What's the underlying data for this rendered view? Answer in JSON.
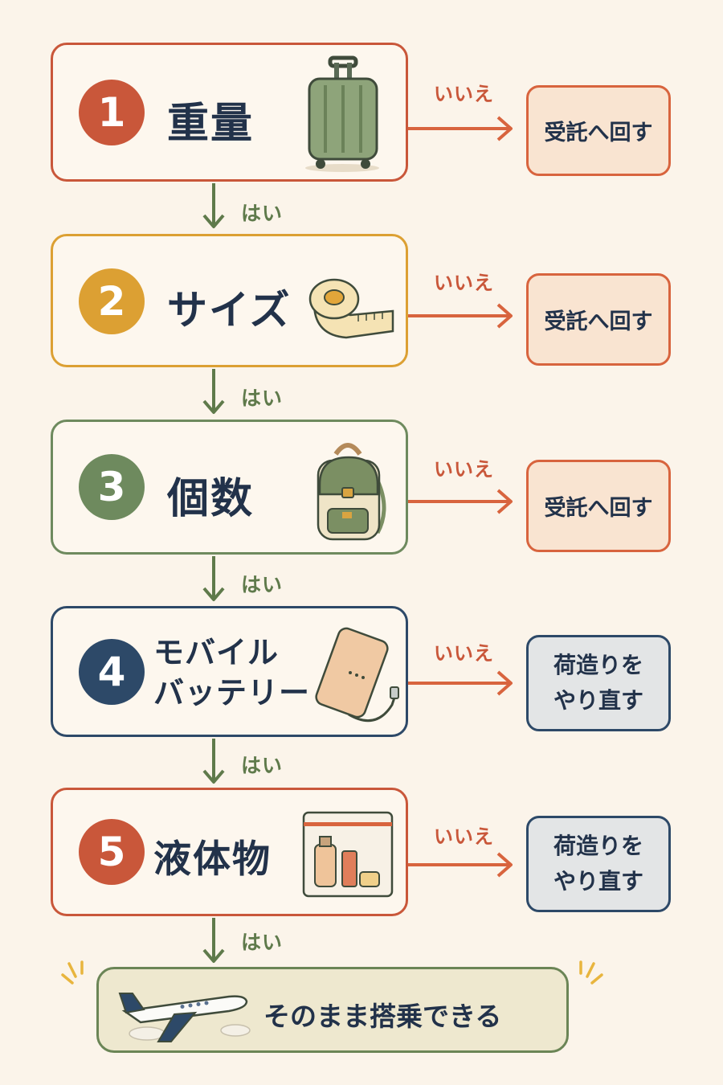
{
  "colors": {
    "background": "#fbf4ea",
    "step1": "#c9573a",
    "step2": "#dca033",
    "step3": "#6e8a5e",
    "step4": "#2d4968",
    "step5": "#c9573a",
    "yes_arrow": "#5f7a4b",
    "no_arrow": "#d8643e",
    "result_checkin_fill": "#f9e4d1",
    "result_repack_fill": "#e3e5e6",
    "final_border": "#6b8556",
    "final_fill": "#eee8cf"
  },
  "steps": [
    {
      "number": "1",
      "label": "重量",
      "icon": "suitcase-icon",
      "no": "いいえ",
      "result": "受託へ回す",
      "yes": "はい"
    },
    {
      "number": "2",
      "label": "サイズ",
      "icon": "tape-measure-icon",
      "no": "いいえ",
      "result": "受託へ回す",
      "yes": "はい"
    },
    {
      "number": "3",
      "label": "個数",
      "icon": "backpack-icon",
      "no": "いいえ",
      "result": "受託へ回す",
      "yes": "はい"
    },
    {
      "number": "4",
      "label": "モバイル\nバッテリー",
      "icon": "power-bank-icon",
      "no": "いいえ",
      "result": "荷造りを\nやり直す",
      "yes": "はい"
    },
    {
      "number": "5",
      "label": "液体物",
      "icon": "liquids-bag-icon",
      "no": "いいえ",
      "result": "荷造りを\nやり直す",
      "yes": "はい"
    }
  ],
  "final": {
    "text": "そのまま搭乗できる",
    "icon": "airplane-icon"
  }
}
